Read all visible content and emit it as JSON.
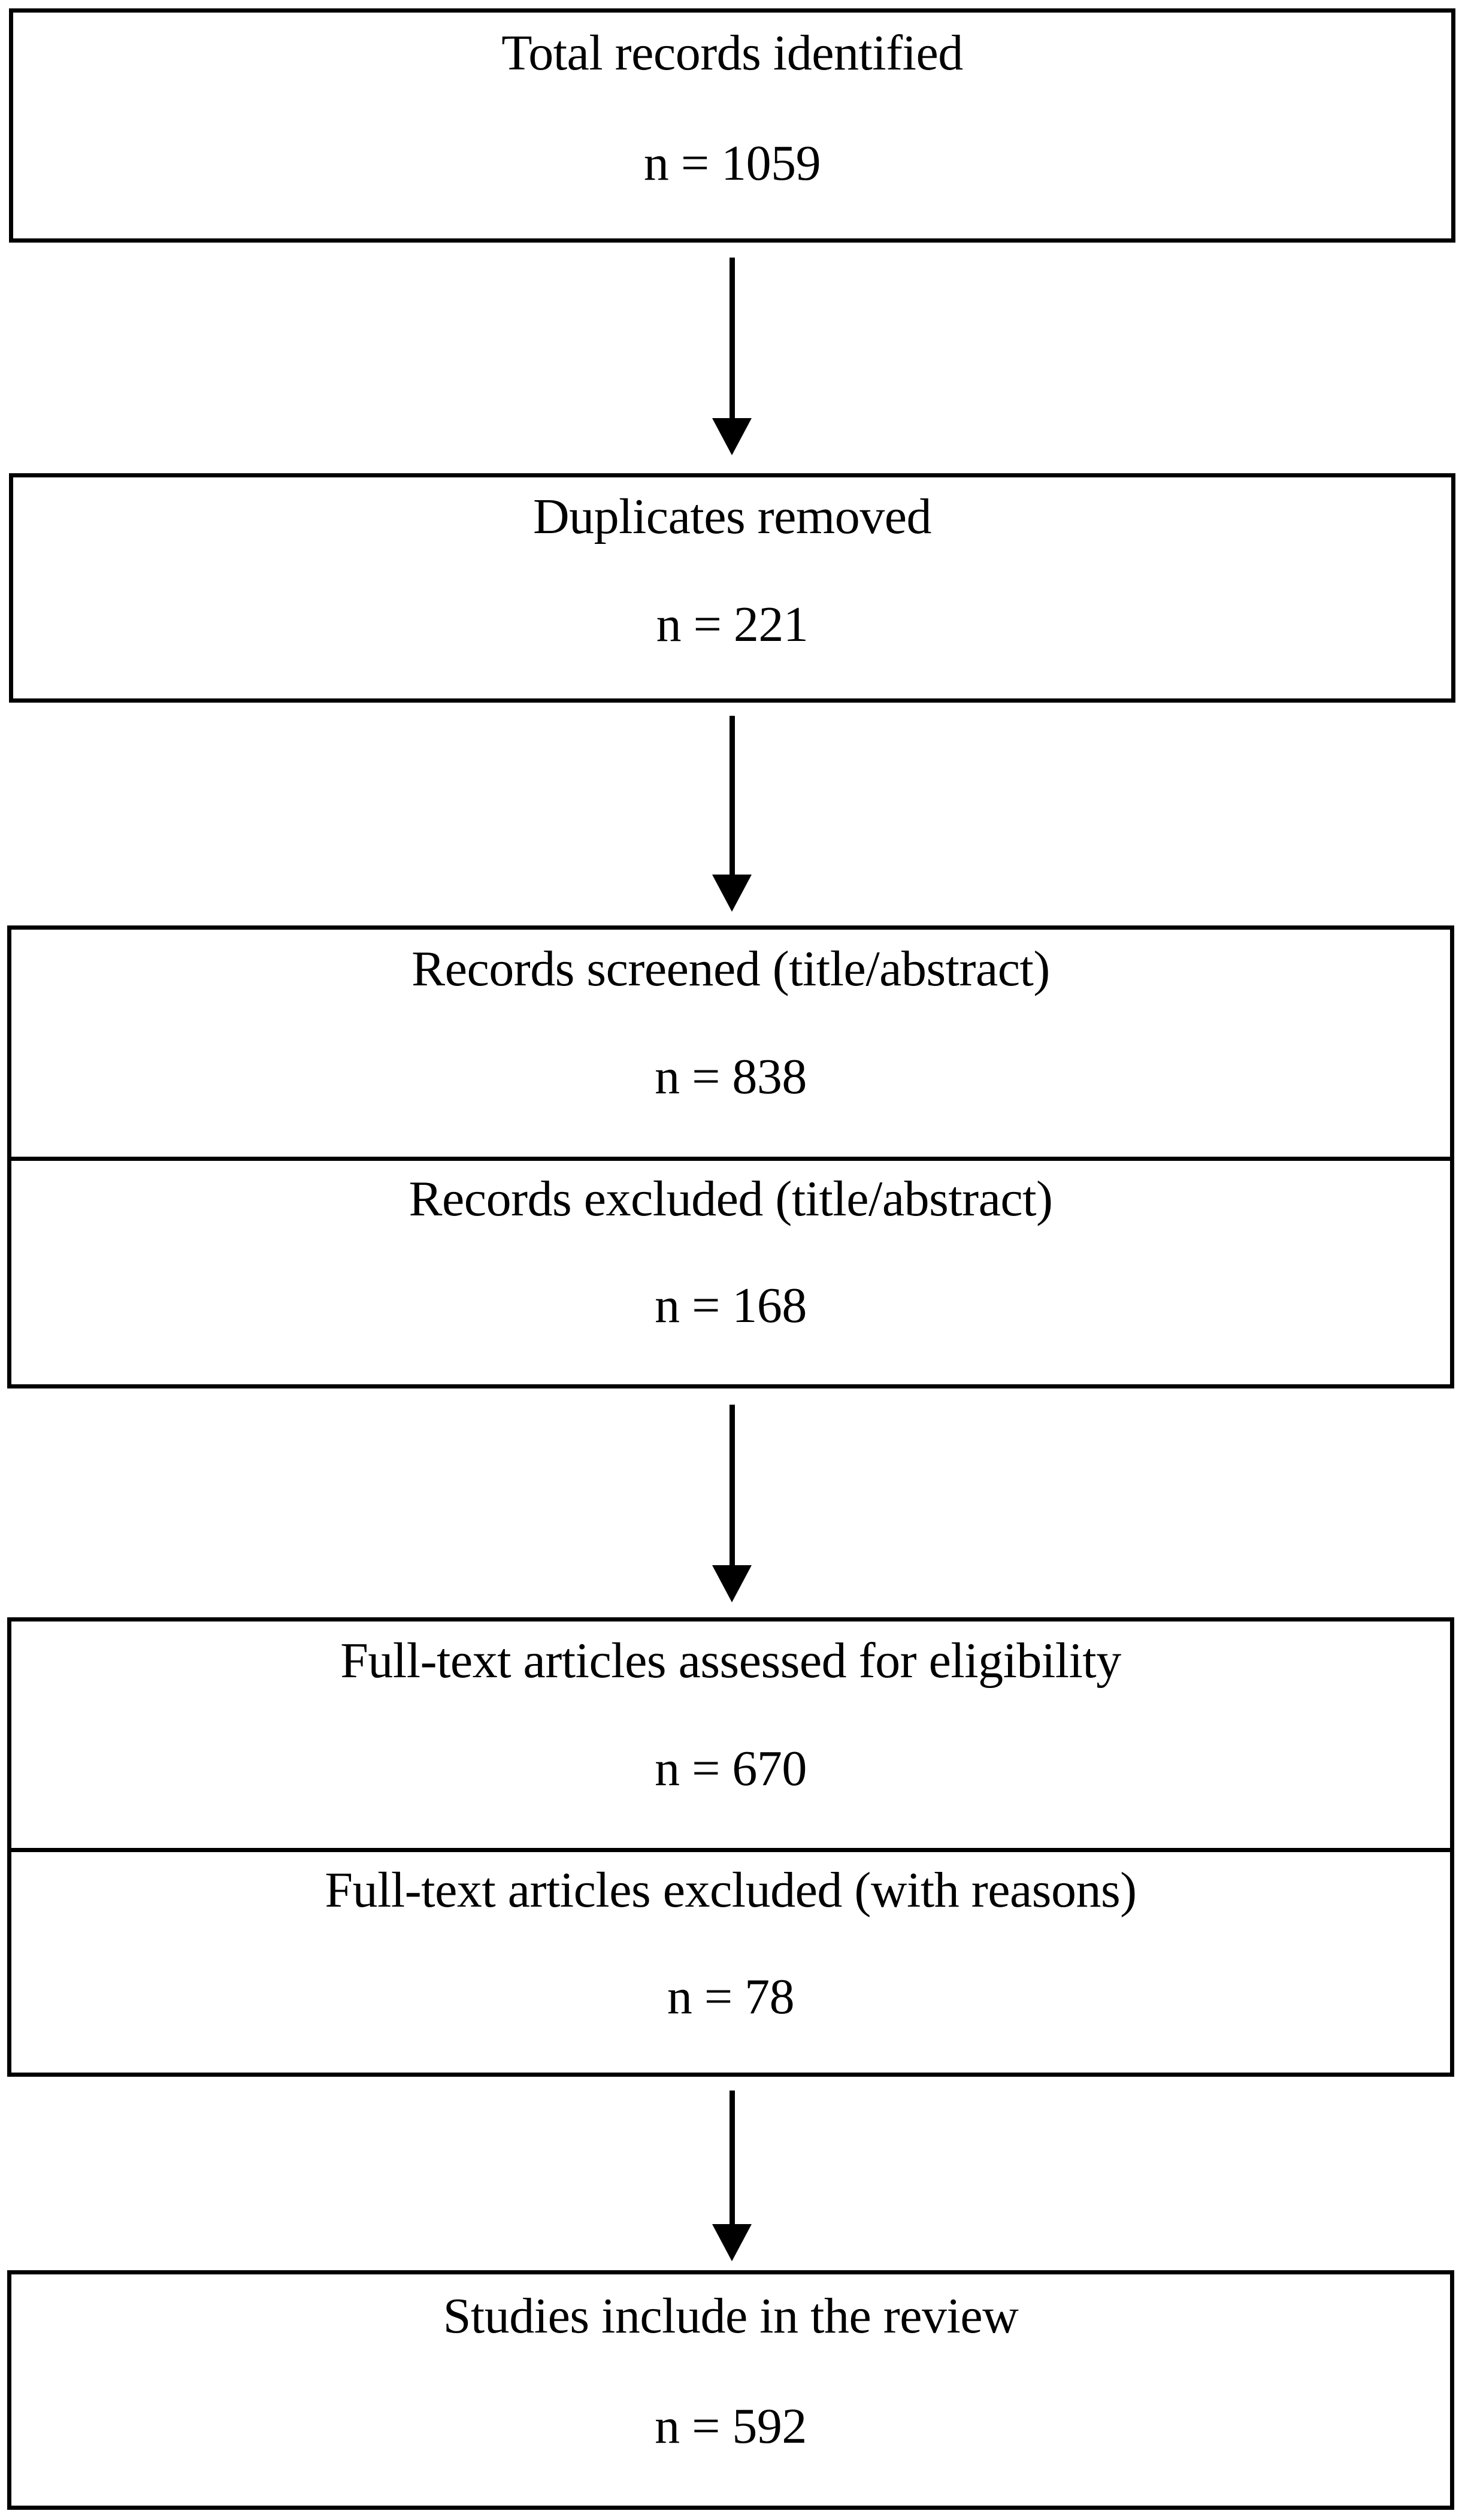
{
  "diagram": {
    "kind": "prisma-flow-diagram",
    "colors": {
      "line": "#000000",
      "background": "#ffffff",
      "text": "#000000"
    },
    "nodes": [
      {
        "id": "identification",
        "title": "Total records identified",
        "count": "n = 1059"
      },
      {
        "id": "duplicates",
        "title": "Duplicates removed",
        "count": "n = 221"
      },
      {
        "id": "screened",
        "title": "Records screened (title/abstract)",
        "count": "n = 838"
      },
      {
        "id": "screened-excluded",
        "title": "Records excluded (title/abstract)",
        "count": "n = 168"
      },
      {
        "id": "fulltext-assessed",
        "title": "Full-text articles assessed for eligibility",
        "count": "n = 670"
      },
      {
        "id": "fulltext-excluded",
        "title": "Full-text articles excluded (with reasons)",
        "count": "n = 78"
      },
      {
        "id": "included",
        "title": "Studies include in the review",
        "count": "n = 592"
      }
    ],
    "connectors": [
      {
        "id": "arrow-identification-to-duplicates",
        "icon": "arrow-down-icon"
      },
      {
        "id": "arrow-duplicates-to-screened",
        "icon": "arrow-down-icon"
      },
      {
        "id": "arrow-screened-to-fulltext",
        "icon": "arrow-down-icon"
      },
      {
        "id": "arrow-fulltext-to-included",
        "icon": "arrow-down-icon"
      }
    ]
  }
}
